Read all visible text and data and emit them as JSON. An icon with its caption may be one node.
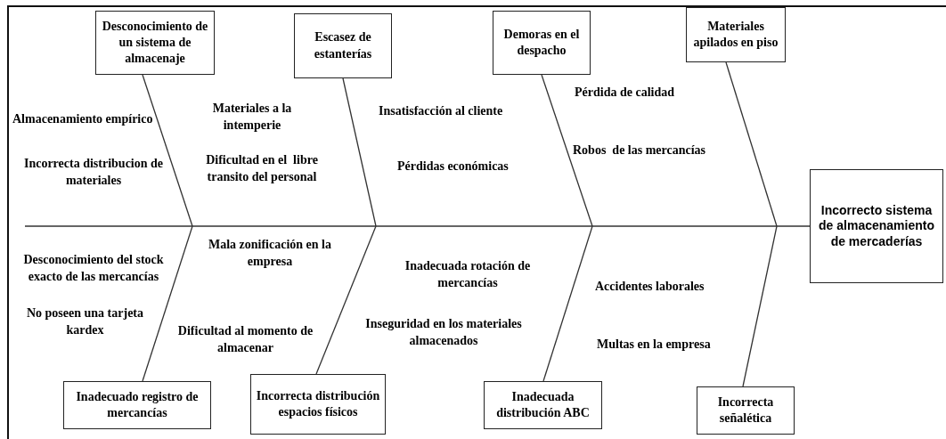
{
  "diagram": {
    "nodes": [
      {
        "text": [
          "Desconocimiento de un sistema de almacenaje"
        ]
      },
      {
        "text": [
          "Escasez de estanterías"
        ]
      },
      {
        "text": [
          "Demoras en el despacho"
        ]
      },
      {
        "text": [
          "Materiales apilados en piso"
        ]
      },
      {
        "text": [
          "Inadecuado registro de mercancías"
        ]
      },
      {
        "text": [
          "Incorrecta distribución espacios físicos"
        ]
      },
      {
        "text": [
          "Inadecuada distribución ABC"
        ]
      },
      {
        "text": [
          "Incorrecta señalética"
        ]
      },
      {
        "text": [
          "Incorrecto sistema de almacenamiento de mercaderías"
        ]
      }
    ],
    "edges": [
      {
        "from": null,
        "to": 8,
        "arrow": "none"
      },
      {
        "from": 0,
        "to": null,
        "arrow": "none"
      },
      {
        "from": 1,
        "to": null,
        "arrow": "none"
      },
      {
        "from": 2,
        "to": null,
        "arrow": "none"
      },
      {
        "from": 3,
        "to": null,
        "arrow": "none"
      },
      {
        "from": 4,
        "to": null,
        "arrow": "none"
      },
      {
        "from": 5,
        "to": null,
        "arrow": "none"
      },
      {
        "from": 6,
        "to": null,
        "arrow": "none"
      },
      {
        "from": 7,
        "to": null,
        "arrow": "none"
      }
    ],
    "labels": [
      "Pérdida de calidad",
      "Materiales a la intemperie",
      "Insatisfacción al cliente",
      "Almacenamiento empírico",
      "Robos  de las mercancías",
      "Dificultad en el  libre transito del personal",
      "Incorrecta distribucion de materiales",
      "Pérdidas económicas",
      "Mala zonificación en la empresa",
      "Desconocimiento del stock exacto de las mercancías",
      "Inadecuada rotación de mercancías",
      "Accidentes laborales",
      "No poseen una tarjeta kardex",
      "Inseguridad en los materiales almacenados",
      "Dificultad al momento de almacenar",
      "Multas en la empresa"
    ]
  }
}
